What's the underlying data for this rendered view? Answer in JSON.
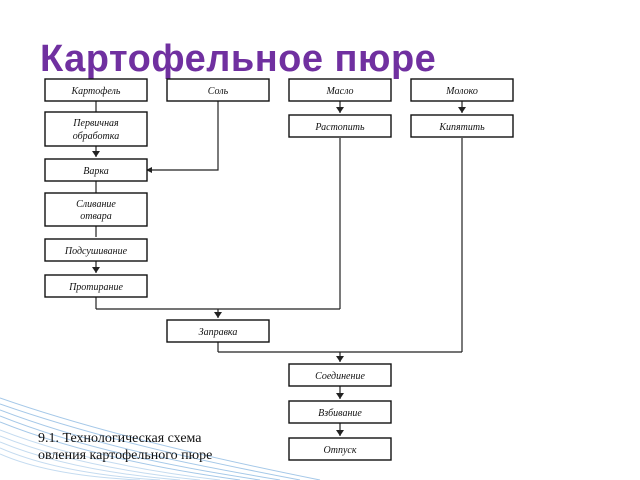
{
  "slide": {
    "title": "Картофельное пюре"
  },
  "diagram": {
    "boxes": {
      "potato": "Картофель",
      "salt": "Соль",
      "butter": "Масло",
      "milk": "Молоко",
      "primary_processing": [
        "Первичная",
        "обработка"
      ],
      "melt": "Растопить",
      "boil_milk": "Кипятить",
      "cooking": "Варка",
      "drain": [
        "Сливание",
        "отвара"
      ],
      "drying": "Подсушивание",
      "mashing": "Протирание",
      "dressing": "Заправка",
      "combining": "Соединение",
      "whipping": "Взбивание",
      "serving": "Отпуск"
    }
  },
  "caption": {
    "line1": "9.1. Технологическая схема",
    "line2": "овления картофельного пюре"
  }
}
